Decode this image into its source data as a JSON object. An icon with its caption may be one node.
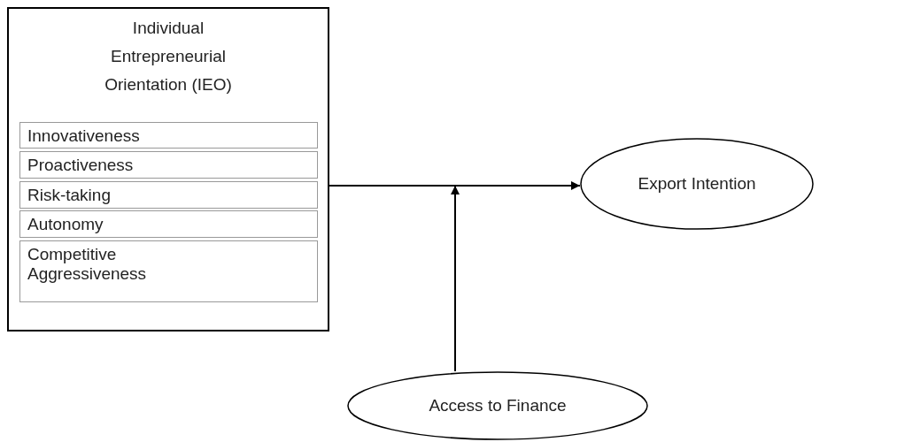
{
  "diagram": {
    "nodes": [
      {
        "text": [
          "Individual Entrepreneurial Orientation (IEO)"
        ]
      },
      {
        "text": [
          "Innovativeness"
        ],
        "in": 0
      },
      {
        "text": [
          "Proactiveness"
        ],
        "in": 0
      },
      {
        "text": [
          "Risk-taking"
        ],
        "in": 0
      },
      {
        "text": [
          "Autonomy"
        ],
        "in": 0
      },
      {
        "text": [
          "Competitive Aggressiveness"
        ],
        "in": 0
      },
      {
        "text": [
          "Export Intention"
        ]
      },
      {
        "text": [
          "Access to Finance"
        ]
      }
    ],
    "edges": [
      {
        "from": 0,
        "to": 6,
        "arrow": "to"
      },
      {
        "from": 7,
        "to": null,
        "arrow": "to"
      }
    ]
  }
}
